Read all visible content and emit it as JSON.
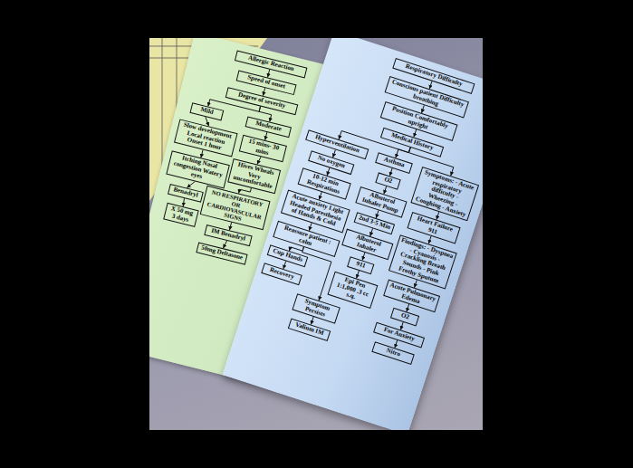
{
  "diagram": {
    "nodes": [
      {
        "text": [
          "Allergic Reaction"
        ]
      },
      {
        "text": [
          "Speed of onset"
        ]
      },
      {
        "text": [
          "Degree of severity"
        ]
      },
      {
        "text": [
          "Mild"
        ]
      },
      {
        "text": [
          "Moderate"
        ]
      },
      {
        "text": [
          "Slow development Local reaction Onset 1 hour"
        ]
      },
      {
        "text": [
          "15 mins- 30 mins"
        ]
      },
      {
        "text": [
          "Itching Nasal congestion Watery eyes"
        ]
      },
      {
        "text": [
          "Hives Wheals Very uncomfortable"
        ]
      },
      {
        "text": [
          "Benadryl"
        ]
      },
      {
        "text": [
          "NO RESPIRATORY OR CARDIOVASCULAR SIGNS"
        ]
      },
      {
        "text": [
          "X 50 mg 3 days"
        ]
      },
      {
        "text": [
          "IM Benadryl"
        ]
      },
      {
        "text": [
          "50mg Deltasone"
        ]
      },
      {
        "text": [
          "Respiratory Difficulty"
        ]
      },
      {
        "text": [
          "Conscious patient Difficulty breathing"
        ]
      },
      {
        "text": [
          "Position Comfortably upright"
        ]
      },
      {
        "text": [
          "Medical History"
        ]
      },
      {
        "text": [
          "Hyperventilation"
        ]
      },
      {
        "text": [
          "Asthma"
        ]
      },
      {
        "text": [
          "Symptoms: - Acute respiratory difficulty - Wheezing - Coughing - Anxiety"
        ]
      },
      {
        "text": [
          "No oxygen"
        ]
      },
      {
        "text": [
          "10-12 min Respirations"
        ]
      },
      {
        "text": [
          "O2"
        ]
      },
      {
        "text": [
          "Albuterol Inhaler Pump"
        ]
      },
      {
        "text": [
          "Heart Failure 911"
        ]
      },
      {
        "text": [
          "Acute anxiety Light Headed Paresthesia of Hands & Cold"
        ]
      },
      {
        "text": [
          "2nd 3-5 Min"
        ]
      },
      {
        "text": [
          "Findings: - Dyspnea - Cyanosis - Crackling Breath Sounds - Pink Frothy Sputum"
        ]
      },
      {
        "text": [
          "Albuterol Inhaler"
        ]
      },
      {
        "text": [
          "Reassure patient : calm"
        ]
      },
      {
        "text": [
          "911"
        ]
      },
      {
        "text": [
          "Acute Pulmonary Edema"
        ]
      },
      {
        "text": [
          "Epi Pen 1:1,000 .3 cc s.q."
        ]
      },
      {
        "text": [
          "Cup Hands"
        ]
      },
      {
        "text": [
          "Recovery"
        ]
      },
      {
        "text": [
          "Symptom Persists"
        ]
      },
      {
        "text": [
          "Valium IM"
        ]
      },
      {
        "text": [
          "O2"
        ]
      },
      {
        "text": [
          "For Anxiety"
        ]
      },
      {
        "text": [
          "Nitro"
        ]
      }
    ],
    "edges": [
      {
        "from": 0,
        "to": 1,
        "arrow": "to"
      },
      {
        "from": 1,
        "to": 2,
        "arrow": "to"
      },
      {
        "from": 2,
        "to": 3,
        "arrow": "to"
      },
      {
        "from": 2,
        "to": 4,
        "arrow": "to"
      },
      {
        "from": 3,
        "to": 5,
        "arrow": "to"
      },
      {
        "from": 5,
        "to": 7,
        "arrow": "to"
      },
      {
        "from": 7,
        "to": 9,
        "arrow": "to"
      },
      {
        "from": 9,
        "to": 11,
        "arrow": "to"
      },
      {
        "from": 4,
        "to": 6,
        "arrow": "to"
      },
      {
        "from": 6,
        "to": 8,
        "arrow": "to"
      },
      {
        "from": 8,
        "to": 10,
        "arrow": "to"
      },
      {
        "from": 10,
        "to": 12,
        "arrow": "to"
      },
      {
        "from": 12,
        "to": 13,
        "arrow": "to"
      },
      {
        "from": 14,
        "to": 15,
        "arrow": "to"
      },
      {
        "from": 15,
        "to": 16,
        "arrow": "to"
      },
      {
        "from": 16,
        "to": 17,
        "arrow": "to"
      },
      {
        "from": 17,
        "to": 18,
        "arrow": "to"
      },
      {
        "from": 17,
        "to": 19,
        "arrow": "to"
      },
      {
        "from": 17,
        "to": 20,
        "arrow": "to"
      },
      {
        "from": 18,
        "to": 21,
        "arrow": "to"
      },
      {
        "from": 21,
        "to": 22,
        "arrow": "to"
      },
      {
        "from": 22,
        "to": 26,
        "arrow": "to"
      },
      {
        "from": 26,
        "to": 30,
        "arrow": "to"
      },
      {
        "from": 30,
        "to": 34,
        "arrow": "to"
      },
      {
        "from": 34,
        "to": 35,
        "arrow": "to"
      },
      {
        "from": 30,
        "to": 36,
        "arrow": "to"
      },
      {
        "from": 36,
        "to": 37,
        "arrow": "to"
      },
      {
        "from": 19,
        "to": 23,
        "arrow": "to"
      },
      {
        "from": 23,
        "to": 24,
        "arrow": "to"
      },
      {
        "from": 24,
        "to": 27,
        "arrow": "to"
      },
      {
        "from": 27,
        "to": 29,
        "arrow": "to"
      },
      {
        "from": 29,
        "to": 31,
        "arrow": "to"
      },
      {
        "from": 31,
        "to": 33,
        "arrow": "to"
      },
      {
        "from": 20,
        "to": 25,
        "arrow": "to"
      },
      {
        "from": 25,
        "to": 28,
        "arrow": "to"
      },
      {
        "from": 28,
        "to": 32,
        "arrow": "to"
      },
      {
        "from": 32,
        "to": 38,
        "arrow": "to"
      },
      {
        "from": 38,
        "to": 39,
        "arrow": "to"
      },
      {
        "from": 39,
        "to": 40,
        "arrow": "to"
      }
    ]
  }
}
